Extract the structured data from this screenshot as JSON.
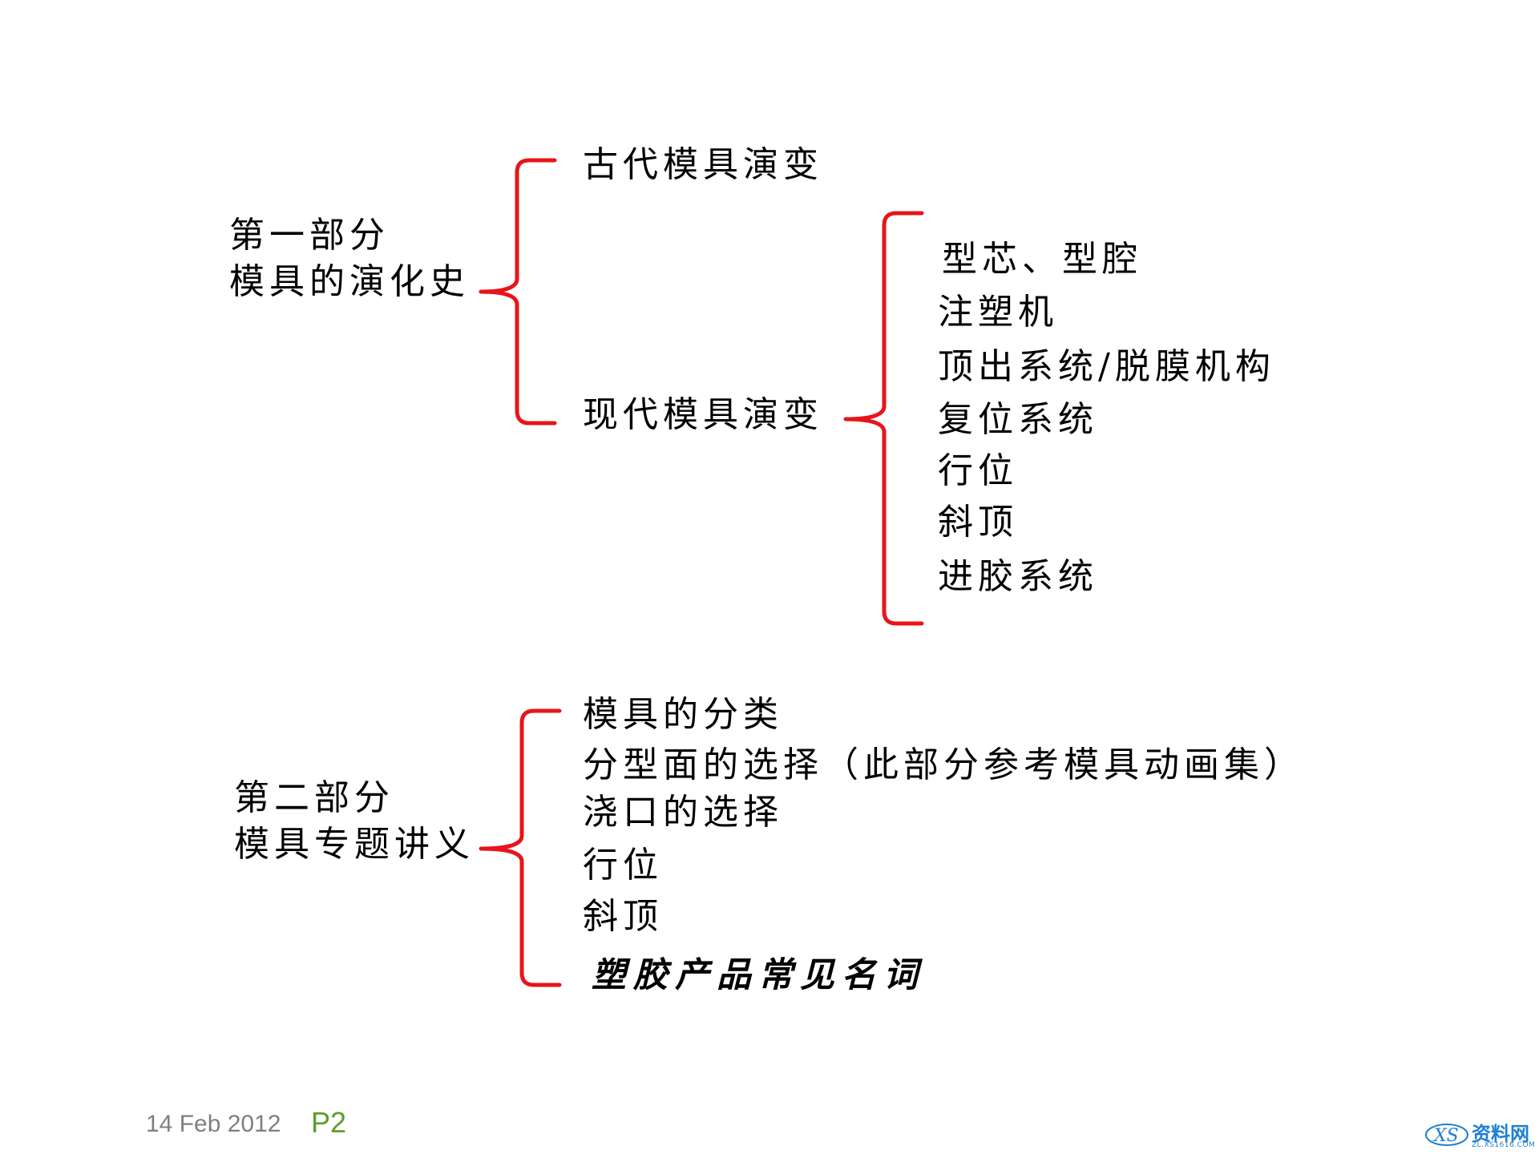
{
  "part1": {
    "heading": "第一部分",
    "subtitle": "模具的演化史",
    "branches": [
      "古代模具演变",
      "现代模具演变"
    ],
    "modern_items": [
      "型芯、型腔",
      "注塑机",
      "顶出系统/脱膜机构",
      "复位系统",
      "行位",
      "斜顶",
      "进胶系统"
    ]
  },
  "part2": {
    "heading": "第二部分",
    "subtitle": "模具专题讲义",
    "items": [
      "模具的分类",
      "分型面的选择（此部分参考模具动画集）",
      "浇口的选择",
      "行位",
      "斜顶",
      "塑胶产品常见名词"
    ]
  },
  "footer": {
    "date": "14 Feb 2012",
    "page": "P2"
  },
  "watermark": {
    "brand": "资料网",
    "url": "ZL.XS1616.COM"
  },
  "colors": {
    "bracket": "#e8141b",
    "footer_date": "#7f7f7f",
    "page_number": "#5aa02c",
    "watermark": "#1e7fd0"
  }
}
